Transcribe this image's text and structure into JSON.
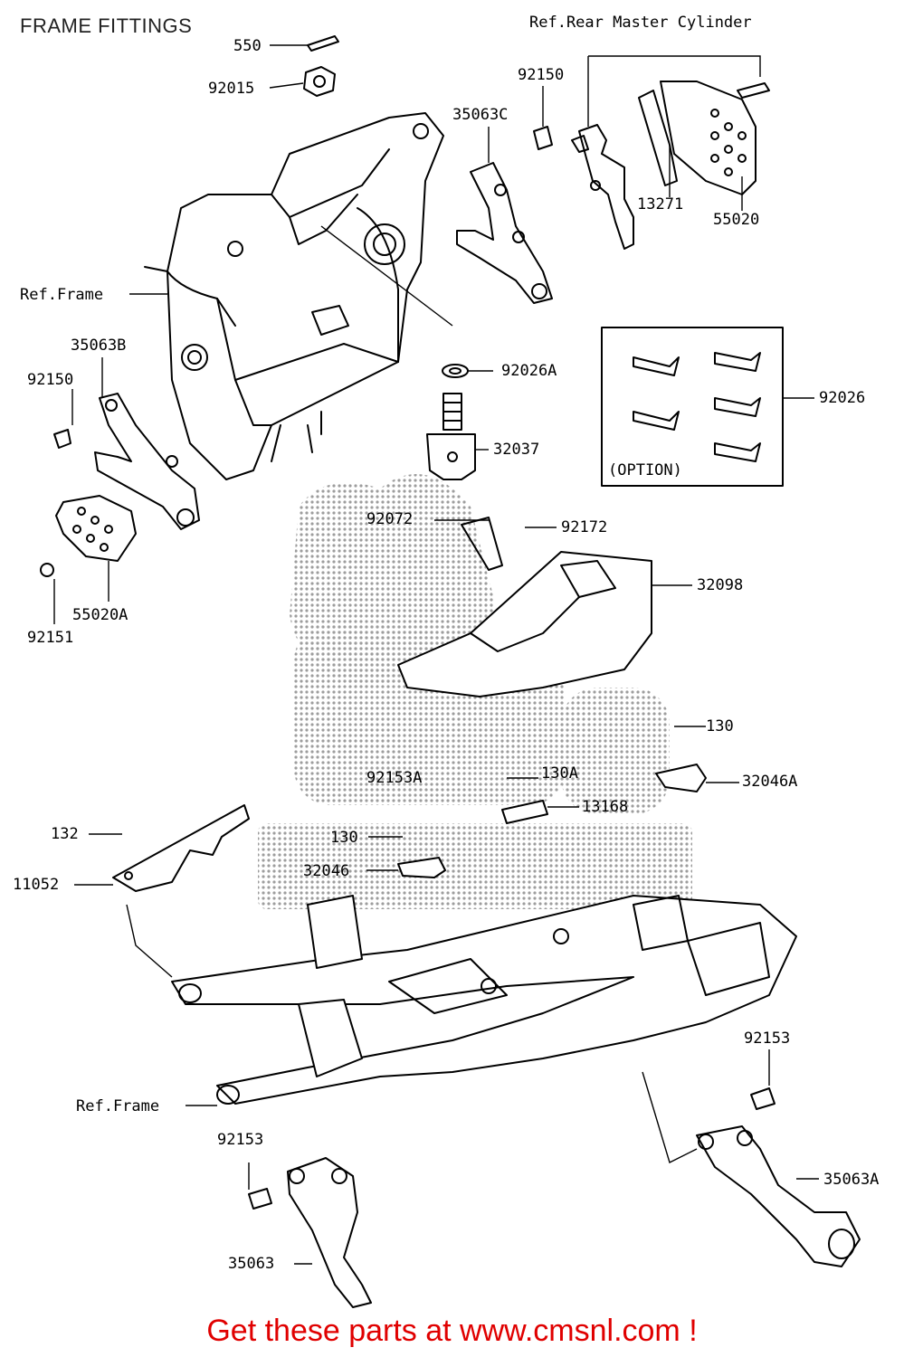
{
  "title": "FRAME FITTINGS",
  "labels": {
    "p550": "550",
    "p92015": "92015",
    "p92150_top": "92150",
    "p35063C": "35063C",
    "ref_rear_master": "Ref.Rear Master Cylinder",
    "p13271": "13271",
    "p55020": "55020",
    "ref_frame_top": "Ref.Frame",
    "p35063B": "35063B",
    "p92150_left": "92150",
    "p92026A": "92026A",
    "p92026": "92026",
    "option": "(OPTION)",
    "p32037": "32037",
    "p92072": "92072",
    "p92172": "92172",
    "p32098": "32098",
    "p55020A": "55020A",
    "p92151": "92151",
    "p130_right": "130",
    "p92153A": "92153A",
    "p130A": "130A",
    "p32046A": "32046A",
    "p13168": "13168",
    "p132": "132",
    "p130_mid": "130",
    "p11052": "11052",
    "p32046": "32046",
    "p92153_right": "92153",
    "ref_frame_bottom": "Ref.Frame",
    "p92153_left": "92153",
    "p35063A": "35063A",
    "p35063": "35063"
  },
  "footer": {
    "text": "Get these parts at www.cmsnl.com !"
  },
  "colors": {
    "footer": "#e00000",
    "lines": "#000000",
    "watermark": "#9a9a9a"
  }
}
